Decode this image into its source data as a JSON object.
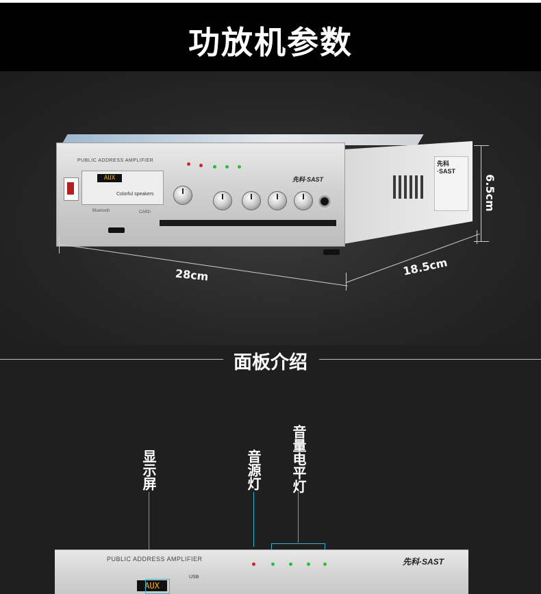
{
  "header": {
    "title": "功放机参数"
  },
  "product": {
    "front_label": "PUBLIC ADDRESS AMPLIFIER",
    "display_text": "AUX",
    "colorful_text": "Colorful speakers",
    "brand": "先科·SAST",
    "bluetooth_label": "Bluetooth",
    "card_label": "CARD"
  },
  "dimensions": {
    "length": "28cm",
    "depth": "18.5cm",
    "height": "6.5cm"
  },
  "section": {
    "title": "面板介绍"
  },
  "callouts": {
    "display": "显示屏",
    "power_light": "音源灯",
    "level_light": "音量电平灯"
  },
  "panel": {
    "front_label": "PUBLIC ADDRESS AMPLIFIER",
    "brand": "先科·SAST",
    "display_text": "AUX",
    "usb_label": "USB"
  },
  "colors": {
    "accent_callout": "#2fb6d0",
    "led_red": "#d0242a",
    "led_green": "#2bbd3a",
    "lcd_text": "#ffb200"
  }
}
